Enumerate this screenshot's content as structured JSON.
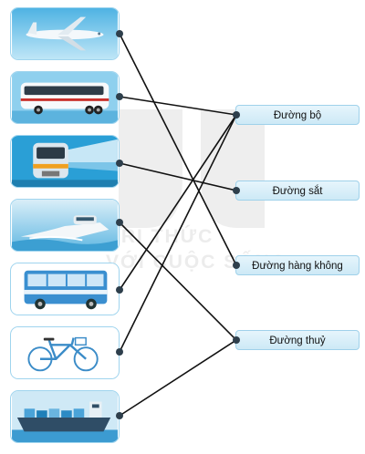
{
  "diagram": {
    "images": [
      {
        "id": "airplane",
        "icon": "airplane-icon"
      },
      {
        "id": "bus",
        "icon": "bus-icon"
      },
      {
        "id": "train",
        "icon": "train-icon"
      },
      {
        "id": "hovercraft",
        "icon": "hovercraft-icon"
      },
      {
        "id": "city-bus",
        "icon": "city-bus-icon"
      },
      {
        "id": "bicycle",
        "icon": "bicycle-icon"
      },
      {
        "id": "cargo-ship",
        "icon": "cargo-ship-icon"
      }
    ],
    "labels": [
      {
        "id": "road",
        "text": "Đường bộ"
      },
      {
        "id": "rail",
        "text": "Đường sắt"
      },
      {
        "id": "air",
        "text": "Đường hàng không"
      },
      {
        "id": "water",
        "text": "Đường thuỷ"
      }
    ],
    "connections": [
      [
        "airplane",
        "air"
      ],
      [
        "bus",
        "road"
      ],
      [
        "train",
        "rail"
      ],
      [
        "hovercraft",
        "water"
      ],
      [
        "city-bus",
        "road"
      ],
      [
        "bicycle",
        "road"
      ],
      [
        "cargo-ship",
        "water"
      ]
    ],
    "watermark": [
      "TRI THỨC",
      "VỚI CUỘC SỐNG"
    ]
  }
}
